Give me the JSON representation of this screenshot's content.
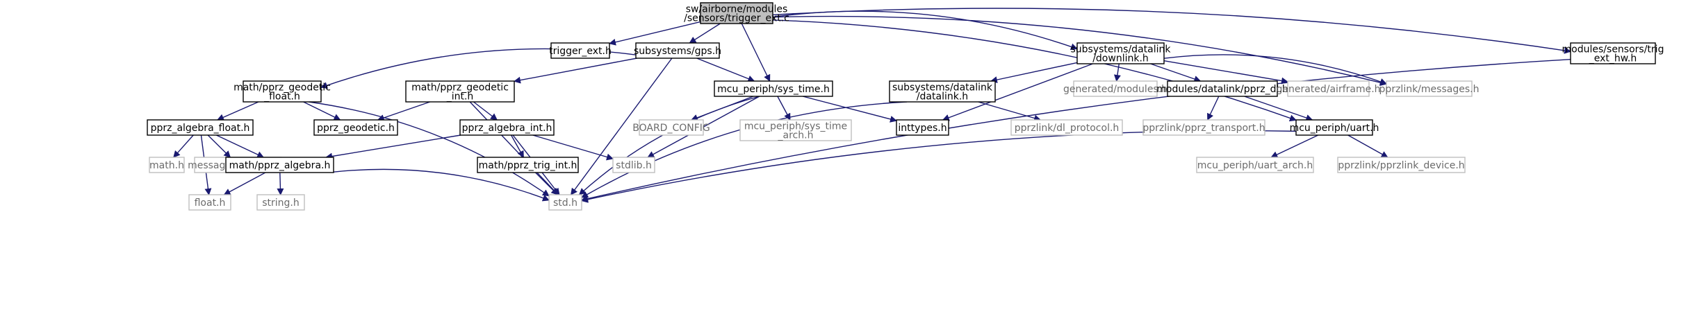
{
  "graph": {
    "nodes": [
      {
        "id": "root",
        "lines": [
          "sw/airborne/modules",
          "/sensors/trigger_ext.c"
        ],
        "style": "root"
      },
      {
        "id": "trigger_ext_h",
        "lines": [
          "trigger_ext.h"
        ],
        "style": "normal"
      },
      {
        "id": "gps_h",
        "lines": [
          "subsystems/gps.h"
        ],
        "style": "normal"
      },
      {
        "id": "sys_time_h",
        "lines": [
          "mcu_periph/sys_time.h"
        ],
        "style": "normal"
      },
      {
        "id": "downlink_h",
        "lines": [
          "subsystems/datalink",
          "/downlink.h"
        ],
        "style": "normal"
      },
      {
        "id": "messages_h",
        "lines": [
          "pprzlink/messages.h"
        ],
        "style": "gray"
      },
      {
        "id": "uart_h",
        "lines": [
          "mcu_periph/uart.h"
        ],
        "style": "normal"
      },
      {
        "id": "trig_ext_hw_h",
        "lines": [
          "modules/sensors/trig",
          "_ext_hw.h"
        ],
        "style": "normal"
      },
      {
        "id": "geodetic_float_h",
        "lines": [
          "math/pprz_geodetic",
          "_float.h"
        ],
        "style": "normal"
      },
      {
        "id": "geodetic_int_h",
        "lines": [
          "math/pprz_geodetic",
          "_int.h"
        ],
        "style": "normal"
      },
      {
        "id": "std_h",
        "lines": [
          "std.h"
        ],
        "style": "gray"
      },
      {
        "id": "algebra_float_h",
        "lines": [
          "pprz_algebra_float.h"
        ],
        "style": "normal"
      },
      {
        "id": "geodetic_h",
        "lines": [
          "pprz_geodetic.h"
        ],
        "style": "normal"
      },
      {
        "id": "algebra_int_h",
        "lines": [
          "pprz_algebra_int.h"
        ],
        "style": "normal"
      },
      {
        "id": "math_h",
        "lines": [
          "math.h"
        ],
        "style": "gray"
      },
      {
        "id": "msg_pragmas_h",
        "lines": [
          "message_pragmas.h"
        ],
        "style": "gray"
      },
      {
        "id": "float_h",
        "lines": [
          "float.h"
        ],
        "style": "gray"
      },
      {
        "id": "algebra_h",
        "lines": [
          "math/pprz_algebra.h"
        ],
        "style": "normal"
      },
      {
        "id": "string_h",
        "lines": [
          "string.h"
        ],
        "style": "gray"
      },
      {
        "id": "trig_int_h",
        "lines": [
          "math/pprz_trig_int.h"
        ],
        "style": "normal"
      },
      {
        "id": "stdlib_h",
        "lines": [
          "stdlib.h"
        ],
        "style": "gray"
      },
      {
        "id": "board_config",
        "lines": [
          "BOARD_CONFIG"
        ],
        "style": "gray"
      },
      {
        "id": "sys_time_arch_h",
        "lines": [
          "mcu_periph/sys_time",
          "_arch.h"
        ],
        "style": "gray"
      },
      {
        "id": "inttypes_h",
        "lines": [
          "inttypes.h"
        ],
        "style": "normal"
      },
      {
        "id": "datalink_h",
        "lines": [
          "subsystems/datalink",
          "/datalink.h"
        ],
        "style": "normal"
      },
      {
        "id": "dl_protocol_h",
        "lines": [
          "pprzlink/dl_protocol.h"
        ],
        "style": "gray"
      },
      {
        "id": "gen_modules_h",
        "lines": [
          "generated/modules.h"
        ],
        "style": "gray"
      },
      {
        "id": "pprz_dl_h",
        "lines": [
          "modules/datalink/pprz_dl.h"
        ],
        "style": "normal"
      },
      {
        "id": "gen_airframe_h",
        "lines": [
          "generated/airframe.h"
        ],
        "style": "gray"
      },
      {
        "id": "pprz_transport_h",
        "lines": [
          "pprzlink/pprz_transport.h"
        ],
        "style": "gray"
      },
      {
        "id": "uart_arch_h",
        "lines": [
          "mcu_periph/uart_arch.h"
        ],
        "style": "gray"
      },
      {
        "id": "pprzlink_device_h",
        "lines": [
          "pprzlink/pprzlink_device.h"
        ],
        "style": "gray"
      }
    ],
    "edges": [
      [
        "root",
        "trigger_ext_h"
      ],
      [
        "root",
        "gps_h"
      ],
      [
        "root",
        "sys_time_h"
      ],
      [
        "root",
        "downlink_h"
      ],
      [
        "root",
        "messages_h"
      ],
      [
        "root",
        "uart_h"
      ],
      [
        "root",
        "trig_ext_hw_h"
      ],
      [
        "gps_h",
        "geodetic_float_h"
      ],
      [
        "gps_h",
        "geodetic_int_h"
      ],
      [
        "gps_h",
        "sys_time_h"
      ],
      [
        "gps_h",
        "std_h"
      ],
      [
        "geodetic_float_h",
        "algebra_float_h"
      ],
      [
        "geodetic_float_h",
        "geodetic_h"
      ],
      [
        "geodetic_float_h",
        "std_h"
      ],
      [
        "geodetic_int_h",
        "geodetic_h"
      ],
      [
        "geodetic_int_h",
        "algebra_int_h"
      ],
      [
        "geodetic_int_h",
        "std_h"
      ],
      [
        "algebra_float_h",
        "math_h"
      ],
      [
        "algebra_float_h",
        "msg_pragmas_h"
      ],
      [
        "algebra_float_h",
        "float_h"
      ],
      [
        "algebra_float_h",
        "algebra_h"
      ],
      [
        "algebra_int_h",
        "algebra_h"
      ],
      [
        "algebra_int_h",
        "trig_int_h"
      ],
      [
        "algebra_int_h",
        "std_h"
      ],
      [
        "algebra_int_h",
        "stdlib_h"
      ],
      [
        "algebra_h",
        "float_h"
      ],
      [
        "algebra_h",
        "string_h"
      ],
      [
        "algebra_h",
        "std_h"
      ],
      [
        "trig_int_h",
        "std_h"
      ],
      [
        "sys_time_h",
        "stdlib_h"
      ],
      [
        "sys_time_h",
        "board_config"
      ],
      [
        "sys_time_h",
        "sys_time_arch_h"
      ],
      [
        "sys_time_h",
        "inttypes_h"
      ],
      [
        "sys_time_h",
        "std_h"
      ],
      [
        "downlink_h",
        "inttypes_h"
      ],
      [
        "downlink_h",
        "datalink_h"
      ],
      [
        "downlink_h",
        "gen_modules_h"
      ],
      [
        "downlink_h",
        "pprz_dl_h"
      ],
      [
        "downlink_h",
        "gen_airframe_h"
      ],
      [
        "downlink_h",
        "messages_h"
      ],
      [
        "datalink_h",
        "dl_protocol_h"
      ],
      [
        "datalink_h",
        "std_h"
      ],
      [
        "pprz_dl_h",
        "pprz_transport_h"
      ],
      [
        "pprz_dl_h",
        "uart_h"
      ],
      [
        "uart_h",
        "uart_arch_h"
      ],
      [
        "uart_h",
        "pprzlink_device_h"
      ],
      [
        "uart_h",
        "std_h"
      ],
      [
        "trig_ext_hw_h",
        "std_h"
      ]
    ]
  },
  "colors": {
    "edge": "#191970",
    "node_border": "#000000",
    "gray_border": "#bfbfbf",
    "root_fill": "#bfbfbf",
    "node_fill": "#ffffff",
    "gray_text": "#6b6b6b"
  }
}
